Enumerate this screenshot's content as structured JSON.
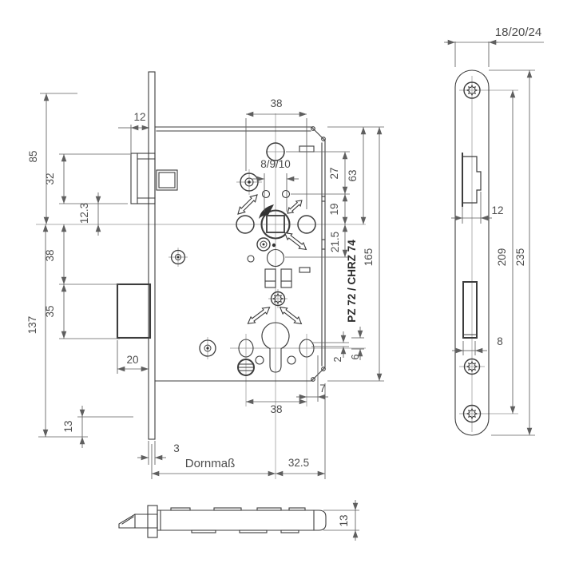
{
  "colors": {
    "line": "#3c3c3c",
    "dimension": "#5f5f5f",
    "text": "#4d4d4d",
    "background": "#ffffff"
  },
  "front_view": {
    "lock_type_label": "PZ 72 / CHRZ 74",
    "backset_label": "Dornmaß",
    "dims": {
      "latch_protrusion": "12",
      "top_hole_spacing": "38",
      "spindle_sizes": "8/9/10",
      "screw_line_to_center": "85",
      "latch_height": "32",
      "latch_to_center": "12.3",
      "center_to_deadbolt": "38",
      "deadbolt_height": "35",
      "center_to_bottom": "137",
      "deadbolt_throw": "20",
      "bottom_ref": "13",
      "plate_thickness": "3",
      "center_to_case_back": "32.5",
      "top_to_circle": "27",
      "circle_to_center": "19",
      "center_to_lower": "21.5",
      "top_to_center": "63",
      "case_height": "165",
      "oval_offset_a": "2",
      "oval_offset_b": "6",
      "oval_to_edge": "7",
      "oval_spacing": "38"
    }
  },
  "faceplate_view": {
    "dims": {
      "width_options": "18/20/24",
      "latch_cutout_width": "12",
      "screw_spacing": "209",
      "plate_length": "235",
      "deadbolt_cutout_width": "8"
    }
  },
  "bottom_view": {
    "dims": {
      "case_thickness": "13"
    }
  }
}
